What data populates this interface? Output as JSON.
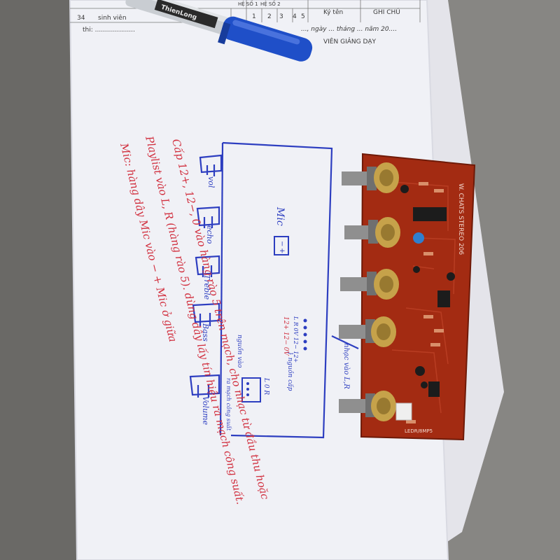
{
  "form": {
    "row_number": "34",
    "row_label": "sinh viên",
    "exam_label": "thi: ....................",
    "col_he_so_1": "HỆ SỐ 1",
    "col_he_so_2": "HỆ SỐ 2",
    "col_ky_ten": "Ký tên",
    "col_ghi_chu": "GHI CHÚ",
    "num_1": "1",
    "num_2": "2",
    "num_3": "3",
    "num_4": "4",
    "num_5": "5",
    "date_line": "..., ngày ... tháng ... năm 20....",
    "signature_title": "VIÊN GIẢNG DẠY"
  },
  "pen": {
    "brand_text": "ThienLong",
    "colors": {
      "body": "#c9cdd2",
      "cap": "#1f4fc8",
      "grip": "#1a1a1a"
    }
  },
  "drawing": {
    "labels": {
      "label_vol_top": "vol",
      "label_echo": "echo",
      "label_treble": "Treble",
      "label_bass": "Bass",
      "label_volume": "Volume",
      "label_mic": "Mic",
      "label_pin_minus": "−",
      "label_pin_plus": "+",
      "label_power": "12+ 12− 0V",
      "label_lr": "L R",
      "label_nguon_in": "nguồn vào",
      "label_lor": "L 0 R",
      "label_ra_mach": "ra mạch công suất",
      "label_nhac_vao": "nhạc vào L,R",
      "label_pin_list": "L  R  0V  12−  12+",
      "label_nguon_bracket": "} nguồn cấp"
    },
    "notes": [
      "Cấp 12+, 12−, 0 vào hàng rào 5 trên mạch, cho nhạc từ đầu thu hoặc",
      "Playlist vào L, R (hàng rào 5). dùng dây lấy tín hiệu ra mạch công suất.",
      "Mic: hàng dây Mic vào − + Mic ở giữa"
    ],
    "ink_color": "#2d3ec0",
    "red_ink_color": "#d1303f"
  },
  "board": {
    "silkscreen_title": "W. CHATS STEREO 206",
    "silkscreen_bottom": "LEDR/8MP5",
    "colors": {
      "pcb": "#a32b12",
      "pot_metal": "#c6a24a",
      "shaft": "#8f8f8f"
    }
  }
}
